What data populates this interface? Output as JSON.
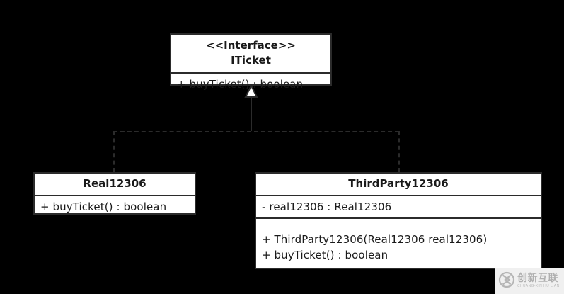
{
  "diagram": {
    "background_color": "#000000",
    "box_fill": "#ffffff",
    "line_color": "#2b2b2b",
    "classes": [
      {
        "id": "iticket",
        "stereotype": "<<Interface>>",
        "name": "ITicket",
        "attributes": [],
        "methods": [
          "+ buyTicket() : boolean"
        ]
      },
      {
        "id": "real12306",
        "stereotype": "",
        "name": "Real12306",
        "attributes": [],
        "methods": [
          "+ buyTicket() : boolean"
        ]
      },
      {
        "id": "thirdparty12306",
        "stereotype": "",
        "name": "ThirdParty12306",
        "attributes": [
          "- real12306 : Real12306"
        ],
        "methods": [
          "+ ThirdParty12306(Real12306 real12306)",
          "+ buyTicket() : boolean"
        ]
      }
    ],
    "relationships": [
      {
        "type": "realization",
        "from": "Real12306",
        "to": "ITicket",
        "line_style": "dashed",
        "arrow_head": "hollow-triangle"
      },
      {
        "type": "realization",
        "from": "ThirdParty12306",
        "to": "ITicket",
        "line_style": "dashed",
        "arrow_head": "hollow-triangle"
      }
    ]
  },
  "watermark": {
    "chinese": "创新互联",
    "pinyin": "CHUANG-XIN HU LIAN",
    "logo_letter": "X"
  }
}
